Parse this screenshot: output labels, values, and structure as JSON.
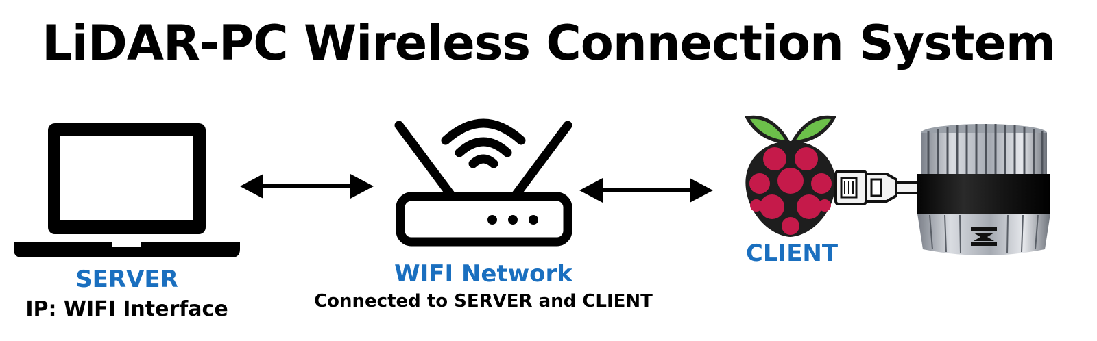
{
  "title": "LiDAR-PC Wireless Connection System",
  "colors": {
    "label_blue": "#1a6fbf",
    "text_black": "#000000",
    "raspberry_red": "#c51a4a",
    "leaf_green": "#6cc04a"
  },
  "nodes": {
    "server": {
      "label": "SERVER",
      "sublabel": "IP: WIFI Interface",
      "icon": "laptop-icon"
    },
    "network": {
      "label": "WIFI Network",
      "sublabel": "Connected to SERVER and CLIENT",
      "icon": "router-icon"
    },
    "client": {
      "label": "CLIENT",
      "icon": "raspberry-pi-icon"
    },
    "lidar": {
      "icon": "lidar-sensor-icon"
    }
  },
  "connections": [
    {
      "from": "SERVER",
      "to": "WIFI Network",
      "type": "bidirectional"
    },
    {
      "from": "WIFI Network",
      "to": "CLIENT",
      "type": "bidirectional"
    },
    {
      "from": "CLIENT",
      "to": "LiDAR",
      "type": "ethernet-cable"
    }
  ]
}
